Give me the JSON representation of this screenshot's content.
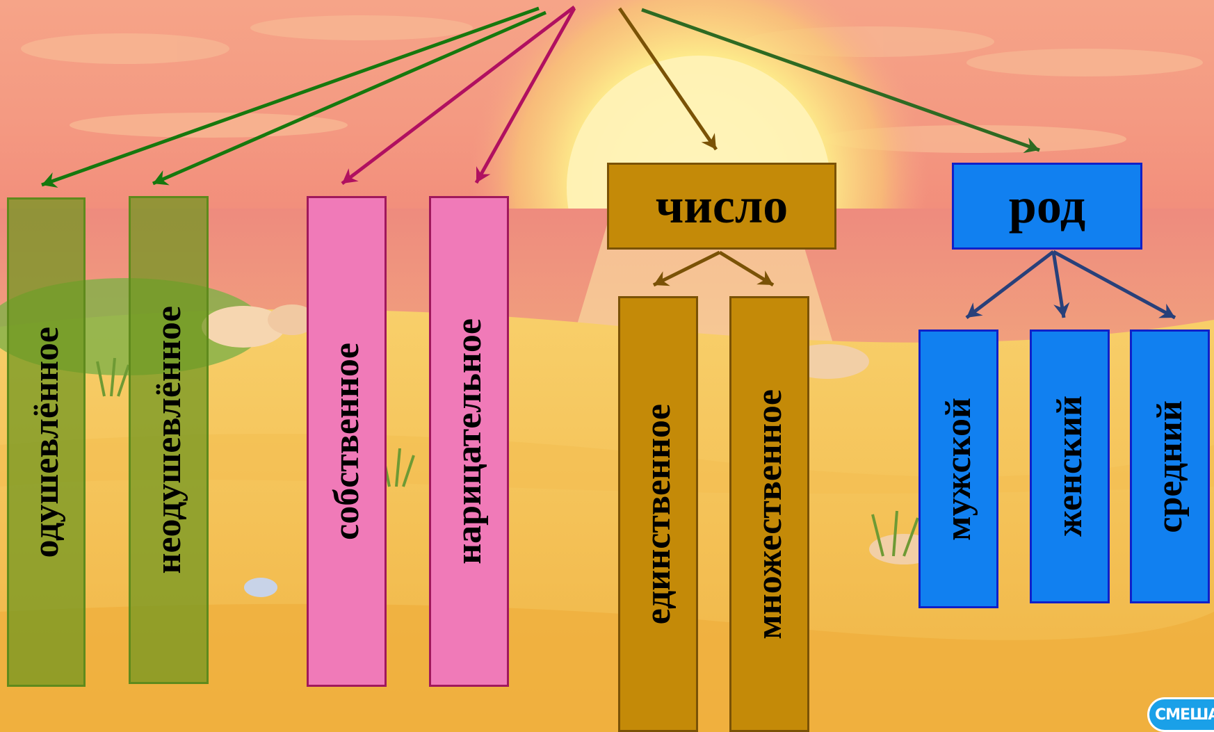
{
  "colors": {
    "animacy": "#6e961e",
    "proper": "#f07ab8",
    "number": "#c48a08",
    "gender": "#1180f0",
    "arrow_green": "#16780e",
    "arrow_magenta": "#b01060",
    "arrow_brown": "#7a5206",
    "arrow_navy": "#28407a"
  },
  "boxes": {
    "animate": "одушевлённое",
    "inanimate": "неодушевлённое",
    "proper": "собственное",
    "common": "нарицательное",
    "number": "число",
    "singular": "единственное",
    "plural": "множественное",
    "gender": "род",
    "masculine": "мужской",
    "feminine": "женский",
    "neuter": "средний"
  },
  "logo": {
    "text": "СМЕШАР",
    "icon": "smeshariki-logo"
  }
}
